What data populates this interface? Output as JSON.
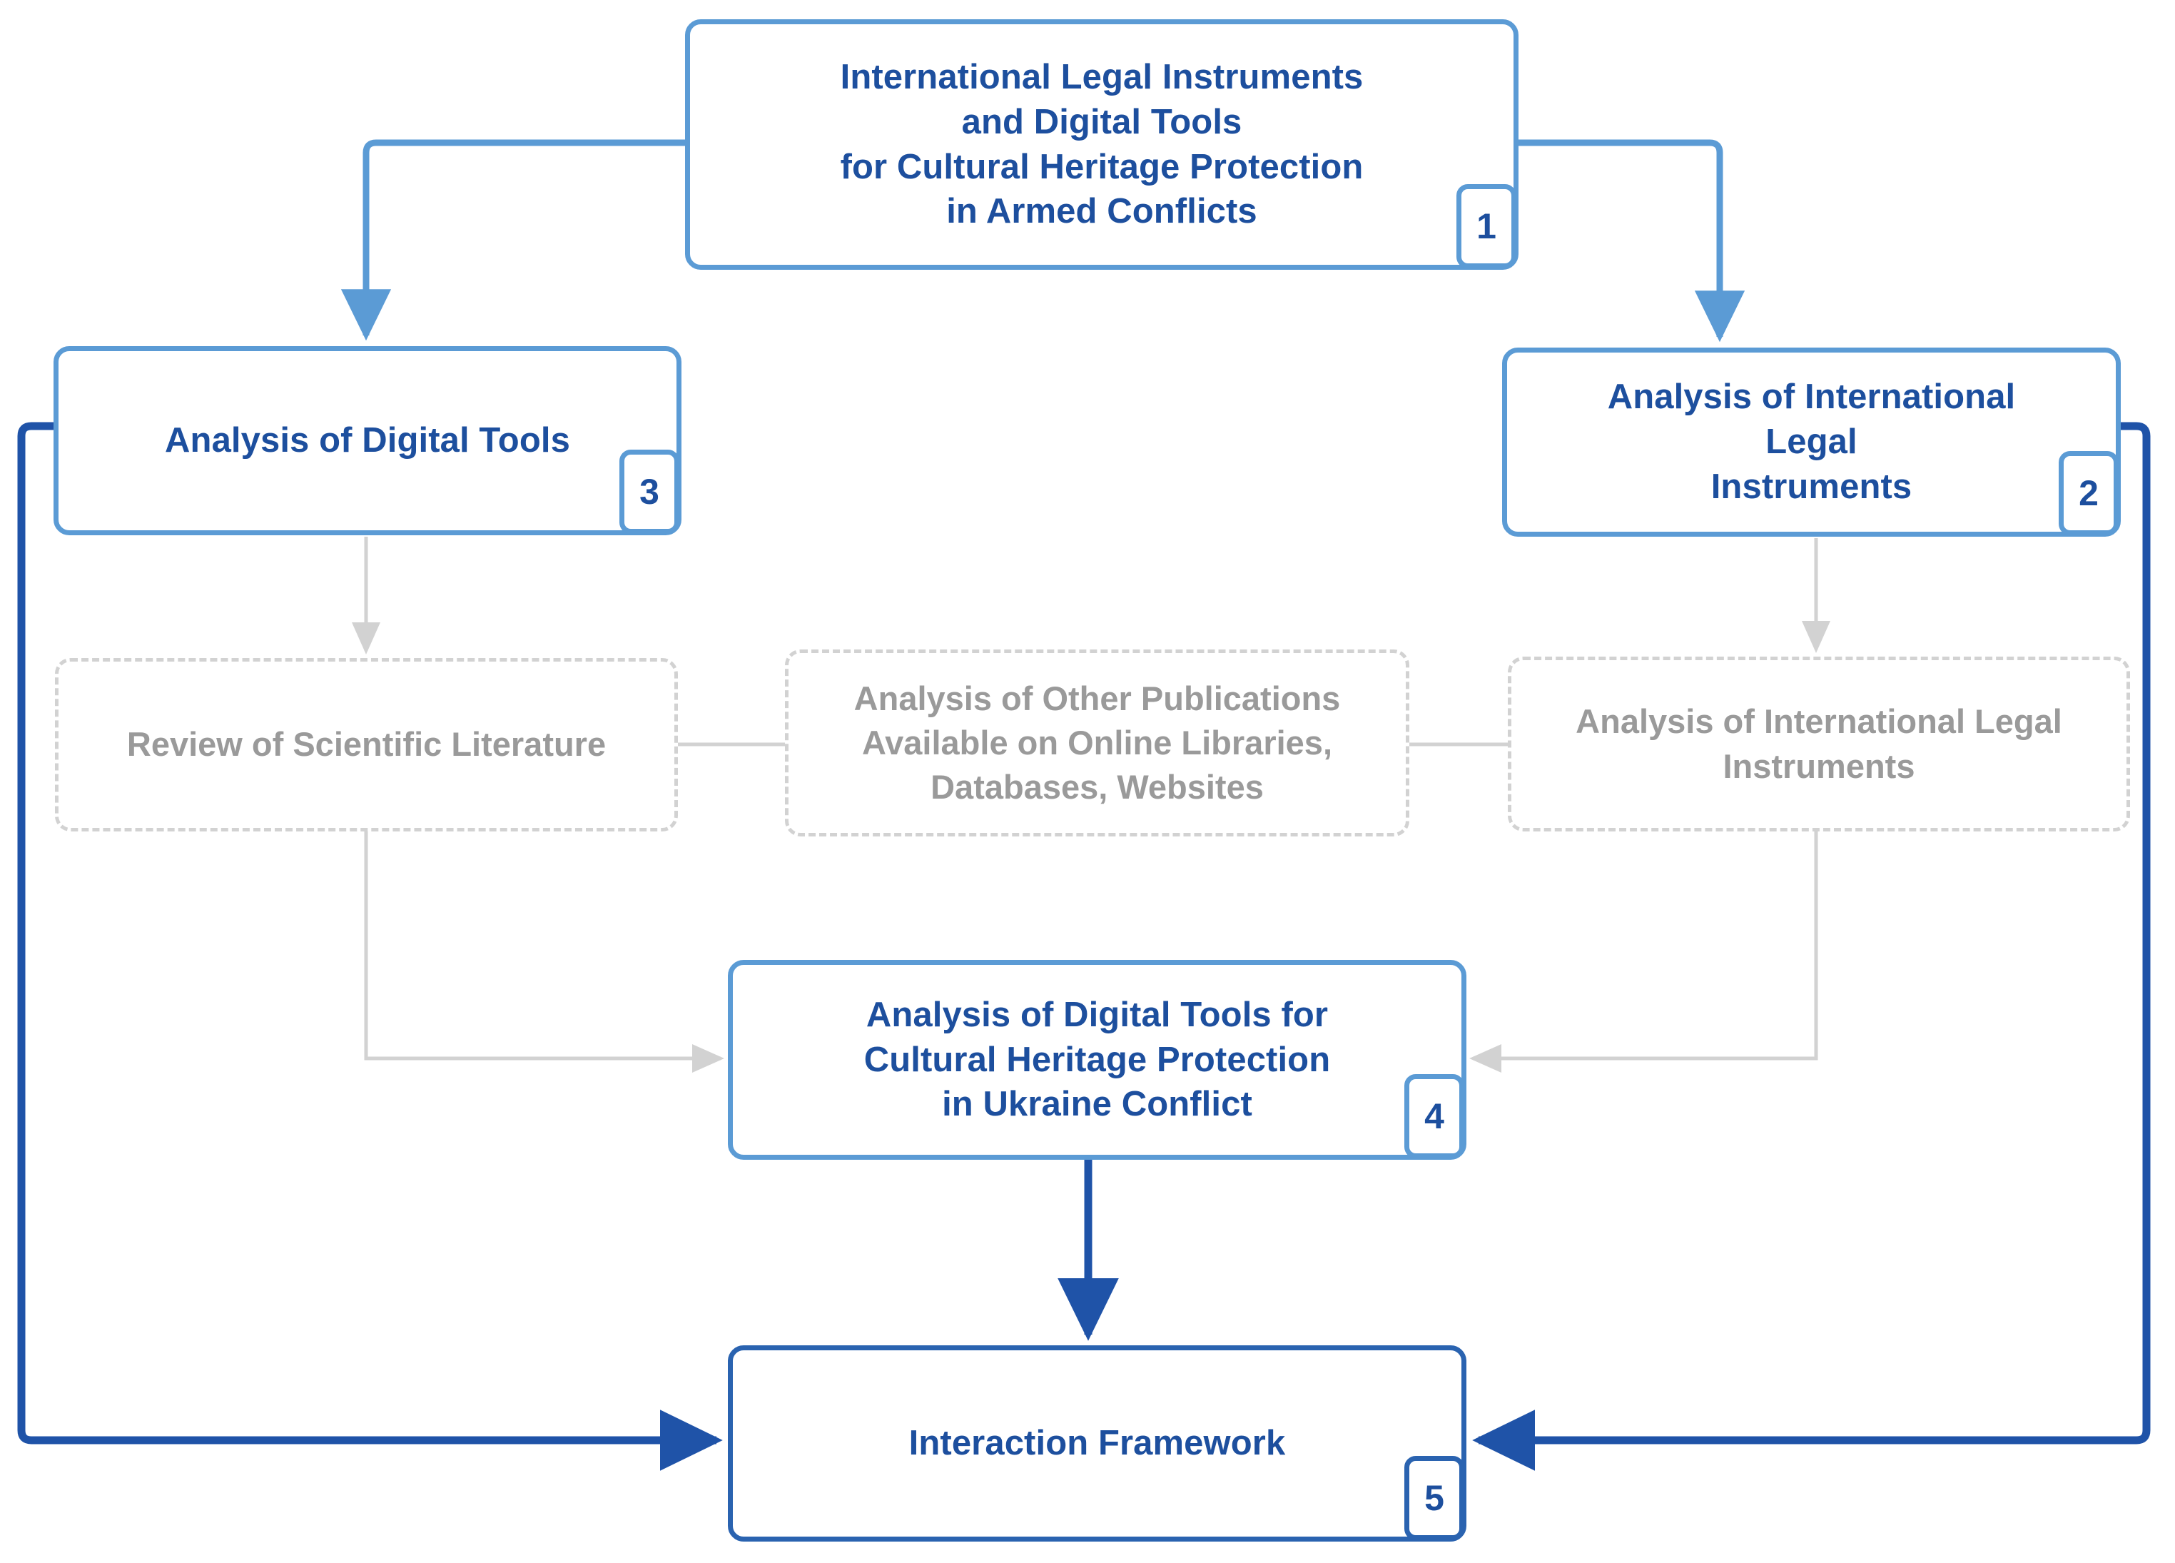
{
  "diagram": {
    "title_node": {
      "id": "1",
      "label": "International Legal Instruments\nand Digital Tools\nfor Cultural Heritage Protection\nin Armed Conflicts"
    },
    "nodes": [
      {
        "id": "3",
        "label": "Analysis of Digital Tools"
      },
      {
        "id": "2",
        "label": "Analysis of International Legal\nInstruments"
      },
      {
        "id": "4",
        "label": "Analysis of Digital Tools for\nCultural Heritage Protection\nin Ukraine Conflict"
      },
      {
        "id": "5",
        "label": "Interaction Framework"
      }
    ],
    "sub_nodes": [
      {
        "label": "Review of Scientific Literature"
      },
      {
        "label": "Analysis of Other Publications\nAvailable on Online Libraries,\nDatabases, Websites"
      },
      {
        "label": "Analysis of International Legal\nInstruments"
      }
    ],
    "colors": {
      "box_border_light": "#5b9bd5",
      "box_border_deep": "#2a63b0",
      "text_blue": "#1d4f9e",
      "sub_border": "#d2d2d2",
      "sub_text": "#9a9a9a",
      "background": "#ffffff"
    }
  }
}
